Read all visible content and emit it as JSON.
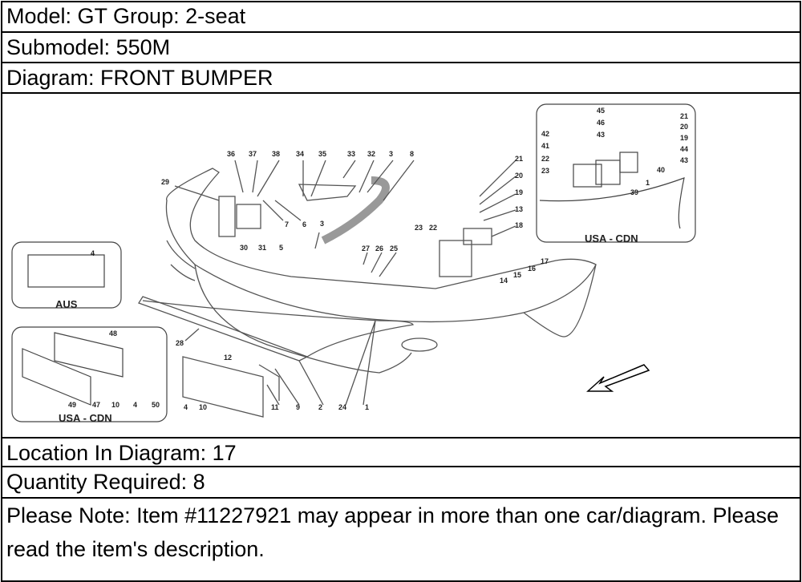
{
  "header": {
    "model": "Model: GT Group: 2-seat",
    "submodel": "Submodel: 550M",
    "diagram": "Diagram: FRONT BUMPER"
  },
  "diagram": {
    "main_callouts": [
      "36",
      "37",
      "38",
      "34",
      "35",
      "33",
      "32",
      "3",
      "8",
      "29",
      "7",
      "6",
      "5",
      "30",
      "31",
      "3",
      "27",
      "26",
      "25",
      "23",
      "22",
      "21",
      "20",
      "19",
      "13",
      "18",
      "17",
      "16",
      "15",
      "14",
      "28",
      "12",
      "4",
      "10",
      "11",
      "9",
      "2",
      "24",
      "1"
    ],
    "aus_inset": {
      "callouts": [
        "4"
      ],
      "label": "AUS"
    },
    "usa_plate_inset": {
      "callouts": [
        "48",
        "49",
        "47",
        "10",
        "4",
        "50"
      ],
      "label": "USA - CDN"
    },
    "usa_bracket_inset": {
      "callouts": [
        "45",
        "46",
        "43",
        "42",
        "41",
        "22",
        "23",
        "21",
        "20",
        "19",
        "44",
        "43",
        "40",
        "1",
        "39"
      ],
      "label": "USA - CDN"
    }
  },
  "footer": {
    "location": "Location In Diagram: 17",
    "quantity": "Quantity Required: 8",
    "note": "Please Note: Item #11227921 may appear in more than one car/diagram. Please read the item's description."
  }
}
